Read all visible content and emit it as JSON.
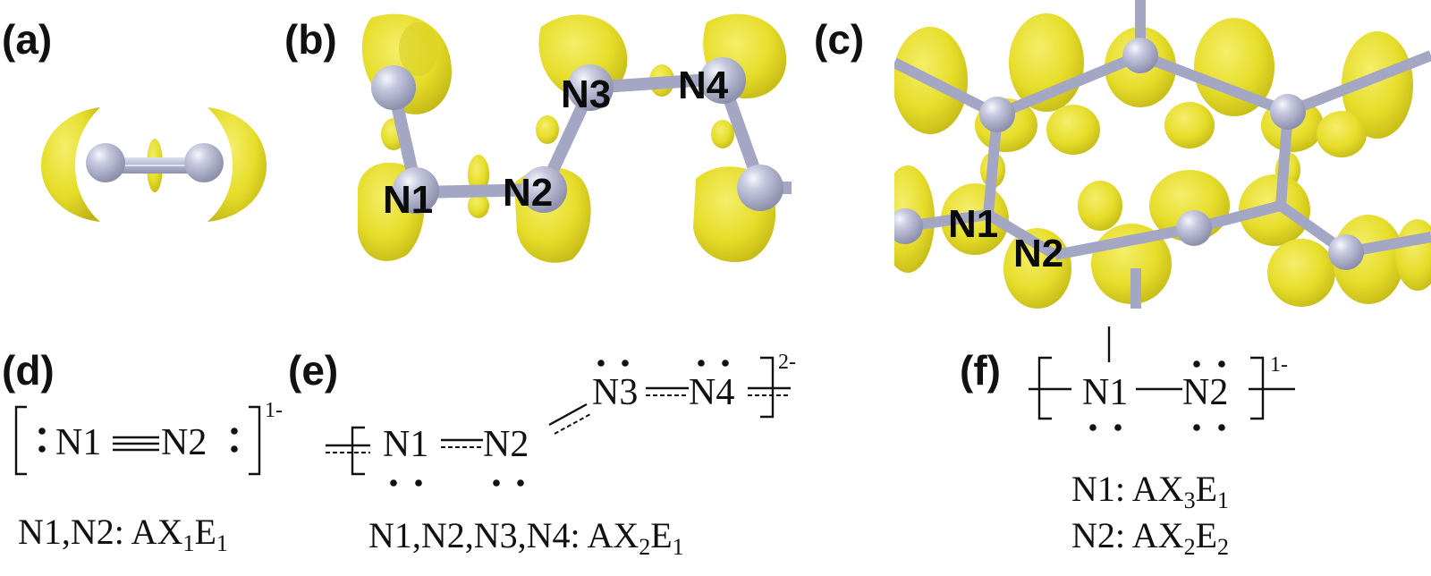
{
  "panels": {
    "a": {
      "label": "(a)"
    },
    "b": {
      "label": "(b)",
      "atoms": [
        "N1",
        "N2",
        "N3",
        "N4"
      ]
    },
    "c": {
      "label": "(c)",
      "atoms": [
        "N1",
        "N2"
      ]
    },
    "d": {
      "label": "(d)",
      "atom1": "N1",
      "atom2": "N2",
      "charge": "1-",
      "vsepr": {
        "prefix": "N1,N2: AX",
        "x_sub": "1",
        "e": "E",
        "e_sub": "1"
      }
    },
    "e": {
      "label": "(e)",
      "atoms": [
        "N1",
        "N2",
        "N3",
        "N4"
      ],
      "charge": "2-",
      "vsepr": {
        "prefix": "N1,N2,N3,N4: AX",
        "x_sub": "2",
        "e": "E",
        "e_sub": "1"
      }
    },
    "f": {
      "label": "(f)",
      "atom1": "N1",
      "atom2": "N2",
      "charge": "1-",
      "vsepr_lines": [
        {
          "prefix": "N1: AX",
          "x_sub": "3",
          "e": "E",
          "e_sub": "1"
        },
        {
          "prefix": "N2: AX",
          "x_sub": "2",
          "e": "E",
          "e_sub": "2"
        }
      ]
    }
  },
  "colors": {
    "isosurface": "#eae32c",
    "isosurface_dark": "#b7ad12",
    "atom": "#aeb0cc",
    "atom_highlight": "#f4f5fb",
    "bond": "#b3b5cf"
  }
}
